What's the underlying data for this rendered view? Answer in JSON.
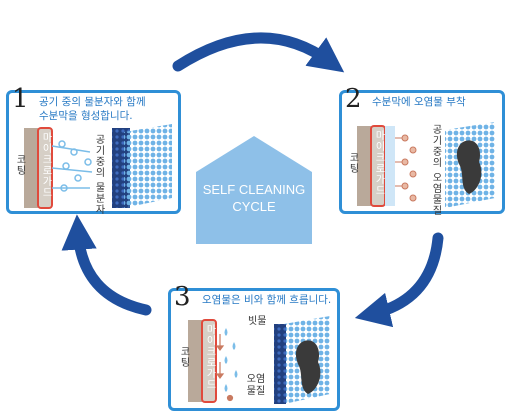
{
  "center": {
    "line1": "SELF CLEANING",
    "line2": "CYCLE"
  },
  "steps": [
    {
      "number": "1",
      "caption_line1": "공기 중의 물분자와 함께",
      "caption_line2": "수분막을 형성합니다.",
      "coating_label": "코팅",
      "micro_label": "마이크로가드",
      "side_label": "공기중의 물분자"
    },
    {
      "number": "2",
      "caption_line1": "수분막에 오염물 부착",
      "coating_label": "코팅",
      "micro_label": "마이크로가드",
      "side_label": "공기중의 오염물질"
    },
    {
      "number": "3",
      "caption_line1": "오염물은 비와 함께 흐릅니다.",
      "coating_label": "코팅",
      "micro_label": "마이크로가드",
      "label_top": "빗물",
      "label_bottom": "오염물질"
    }
  ],
  "colors": {
    "accent": "#2f8fd6",
    "arrow": "#1f4f9e",
    "house": "#8ec0e8",
    "coating_red": "#e04a3c",
    "fabric_navy": "#1f3a78"
  }
}
